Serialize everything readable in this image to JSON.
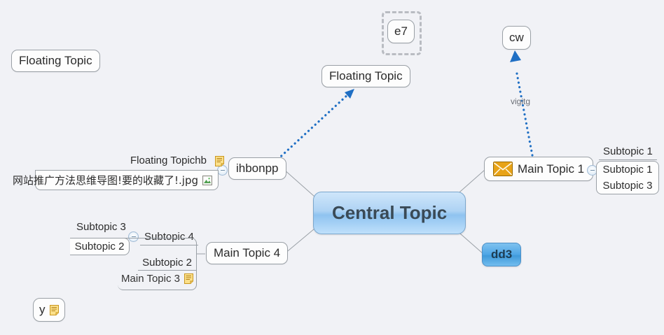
{
  "app": {
    "background_color": "#f1f2f6",
    "accent_color": "#1f6fc4",
    "central_fill": "#aed3f4",
    "node_border": "#9aa0a6"
  },
  "central": {
    "label": "Central Topic"
  },
  "branches": {
    "main_topic_1": {
      "label": "Main Topic 1",
      "icon": "envelope-icon"
    },
    "main_topic_4": {
      "label": "Main Topic 4"
    },
    "main_topic_3": {
      "label": "Main Topic 3",
      "icon": "note-icon"
    },
    "ihbonpp": {
      "label": "ihbonpp"
    },
    "dd3": {
      "label": "dd3"
    }
  },
  "right_subtopics": [
    {
      "label": "Subtopic 1"
    },
    {
      "label": "Subtopic 1"
    },
    {
      "label": "Subtopic 3"
    }
  ],
  "left_subtopics": [
    {
      "label": "Subtopic 3"
    },
    {
      "label": "Subtopic 2"
    },
    {
      "label": "Subtopic 4"
    },
    {
      "label": "Subtopic 2"
    }
  ],
  "floating": {
    "top_left": {
      "label": "Floating Topic"
    },
    "upper_center": {
      "label": "Floating Topic"
    },
    "e7": {
      "label": "e7",
      "selected": true
    },
    "cw": {
      "label": "cw"
    },
    "y": {
      "label": "y",
      "icon": "note-icon"
    }
  },
  "attachments": {
    "floating_topichb": {
      "label": "Floating Topichb",
      "icon": "note-icon"
    },
    "image_file": {
      "label": "网站推广方法思维导图!要的收藏了!.jpg",
      "icon": "image-icon"
    }
  },
  "relationships": [
    {
      "label": "vigitg",
      "from": "main-topic-1",
      "to": "cw",
      "style": "dotted-arrow"
    },
    {
      "label": "",
      "from": "ihbonpp",
      "to": "floating-topic-upper",
      "style": "dotted-arrow"
    }
  ]
}
